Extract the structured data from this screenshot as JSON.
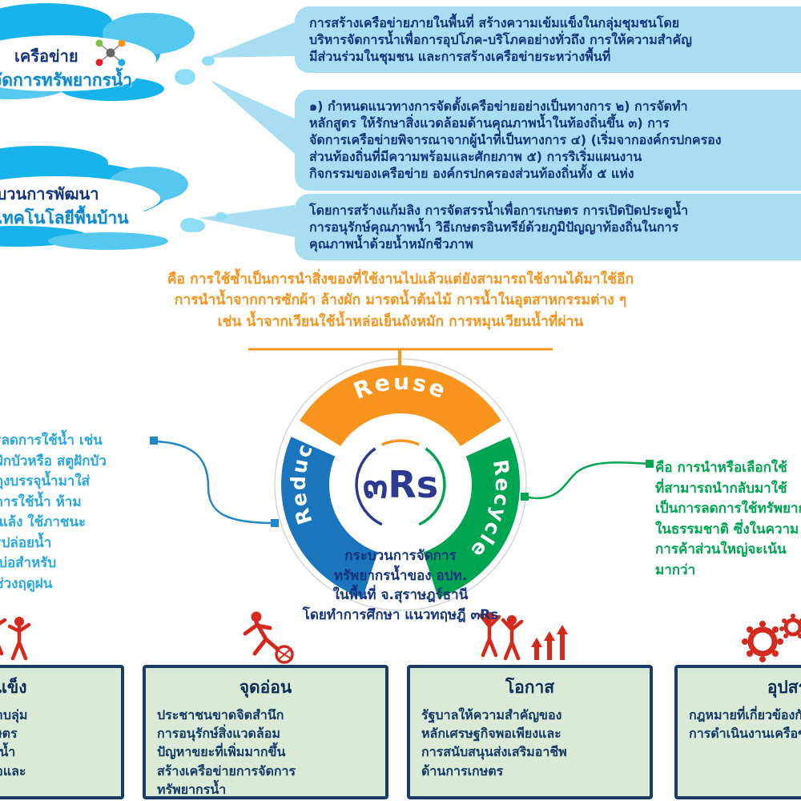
{
  "clouds": {
    "cloud1": {
      "line1": "เครือข่าย",
      "line2": "จัดการทรัพยากรน้ำ"
    },
    "cloud2": {
      "line1": "กระบวนการพัฒนา",
      "line2": "ภูมิเทคโนโลยีพื้นบ้าน"
    }
  },
  "callouts": {
    "box1": "การสร้างเครือข่ายภายในพื้นที่ สร้างความเข้มแข็งในกลุ่มชุมชนโดย\nบริหารจัดการน้ำเพื่อการอุปโภค-บริโภคอย่างทั่วถึง การให้ความสำคัญ\nมีส่วนร่วมในชุมชน และการสร้างเครือข่ายระหว่างพื้นที่",
    "box2": "๑) กำหนดแนวทางการจัดตั้งเครือข่ายอย่างเป็นทางการ ๒) การจัดทำ\nหลักสูตร ให้รักษาสิ่งแวดล้อมด้านคุณภาพน้ำในท้องถิ่นขึ้น ๓) การ\nจัดการเครือข่ายพิจารณาจากผู้นำที่เป็นทางการ ๔) (เริ่มจากองค์กรปกครอง\nส่วนท้องถิ่นที่มีความพร้อมและศักยภาพ ๕) การริเริ่มแผนงาน\nกิจกรรมของเครือข่าย องค์กรปกครองส่วนท้องถิ่นทั้ง ๕ แห่ง",
    "box3": "โดยการสร้างแก้มลิง การจัดสรรน้ำเพื่อการเกษตร การเปิดปิดประตูน้ำ\nการอนุรักษ์คุณภาพน้ำ วิธีเกษตรอินทรีย์ด้วยภูมิปัญญาท้องถิ่นในการ\nคุณภาพน้ำด้วยน้ำหมักชีวภาพ"
  },
  "reuse_note": "คือ การใช้ซ้ำเป็นการนำสิ่งของที่ใช้งานไปแล้วแต่ยังสามารถใช้งานได้มาใช้อีก\nการนำน้ำจากการซักผ้า ล้างผัก มารดน้ำต้นไม้ การน้ำในอุตสาหกรรมต่าง ๆ\nเช่น น้ำจากเวียนใช้น้ำหล่อเย็นถังหมัก การหมุนเวียนน้ำที่ผ่าน",
  "reduce_note": "คือ การลดการใช้น้ำ เช่น\nการใช้ฝักบัวหรือ สตูฝักบัว\nการใช้ถุงบรรจุน้ำมาใส่\nเพื่อลดการใช้น้ำ ห้าม\nหน้าฤดูแล้ง ใช้ภาชนะ\nรองการปล่อยน้ำ\nและขุดบ่อสำหรับ\nเก็บน้ำช่วงฤดูฝน",
  "recycle_note": "คือ การนำหรือเลือกใช้\nที่สามารถนำกลับมาใช้\nเป็นการลดการใช้ทรัพยากร\nในธรรมชาติ ซึ่งในความ\nการค้าส่วนใหญ่จะเน้น\nมากว่า",
  "donut": {
    "center_label": "๓Rs",
    "segments": [
      {
        "label": "Reduce",
        "color": "#1b75bc"
      },
      {
        "label": "Reuse",
        "color": "#f7941e"
      },
      {
        "label": "Recycle",
        "color": "#00a551"
      }
    ],
    "caption": "กระบวนการจัดการ\nทรัพยากรน้ำของ อปท.\nในพื้นที่ จ.สุราษฎร์ธานี\nโดยทำการศึกษา แนวทฤษฎี ๓Rs"
  },
  "swot": [
    {
      "title": "จุดแข็ง",
      "body": "พื้นที่ส่วนใหญ่เป็นราบลุ่ม\nเหมาะแก่การทำเกษตร\nกรรมต่าง ๆ มีแหล่งน้ำ\nอุดมสมบูรณ์เพียงพอและ\nมีเงินทุนหมุนให้เกิด\nรายได้แก่ประชาชน"
    },
    {
      "title": "จุดอ่อน",
      "body": "ประชาชนขาดจิตสำนึก\nการอนุรักษ์สิ่งแวดล้อม\nปัญหาขยะที่เพิ่มมากขึ้น\nสร้างเครือข่ายการจัดการ\nทรัพยากรน้ำ"
    },
    {
      "title": "โอกาส",
      "body": "รัฐบาลให้ความสำคัญของ\nหลักเศรษฐกิจพอเพียงและ\nการสนับสนุนส่งเสริมอาชีพ\nด้านการเกษตร"
    },
    {
      "title": "อุปสรรค",
      "body": "กฎหมายที่เกี่ยวข้องกับ\nการดำเนินงานเครือข่าย"
    }
  ],
  "icons": {
    "cloud1_badge": "network-people-icon",
    "swot_strength": "crowd-icon",
    "swot_weakness": "running-ball-icon",
    "swot_opportunity": "people-growth-arrows-icon",
    "swot_threat": "virus-icon"
  },
  "colors": {
    "callout_bg": "#a9def2",
    "navy_text": "#15357e",
    "orange": "#f7941e",
    "blue_segment": "#1b75bc",
    "green_segment": "#00a551",
    "center_navy": "#2b3990",
    "cloud_blue": "#18b3ea",
    "swot_bg": "#d9ead7",
    "swot_border": "#1b3c63",
    "icon_red": "#d42a1e",
    "reduce_text": "#29a8e0"
  }
}
